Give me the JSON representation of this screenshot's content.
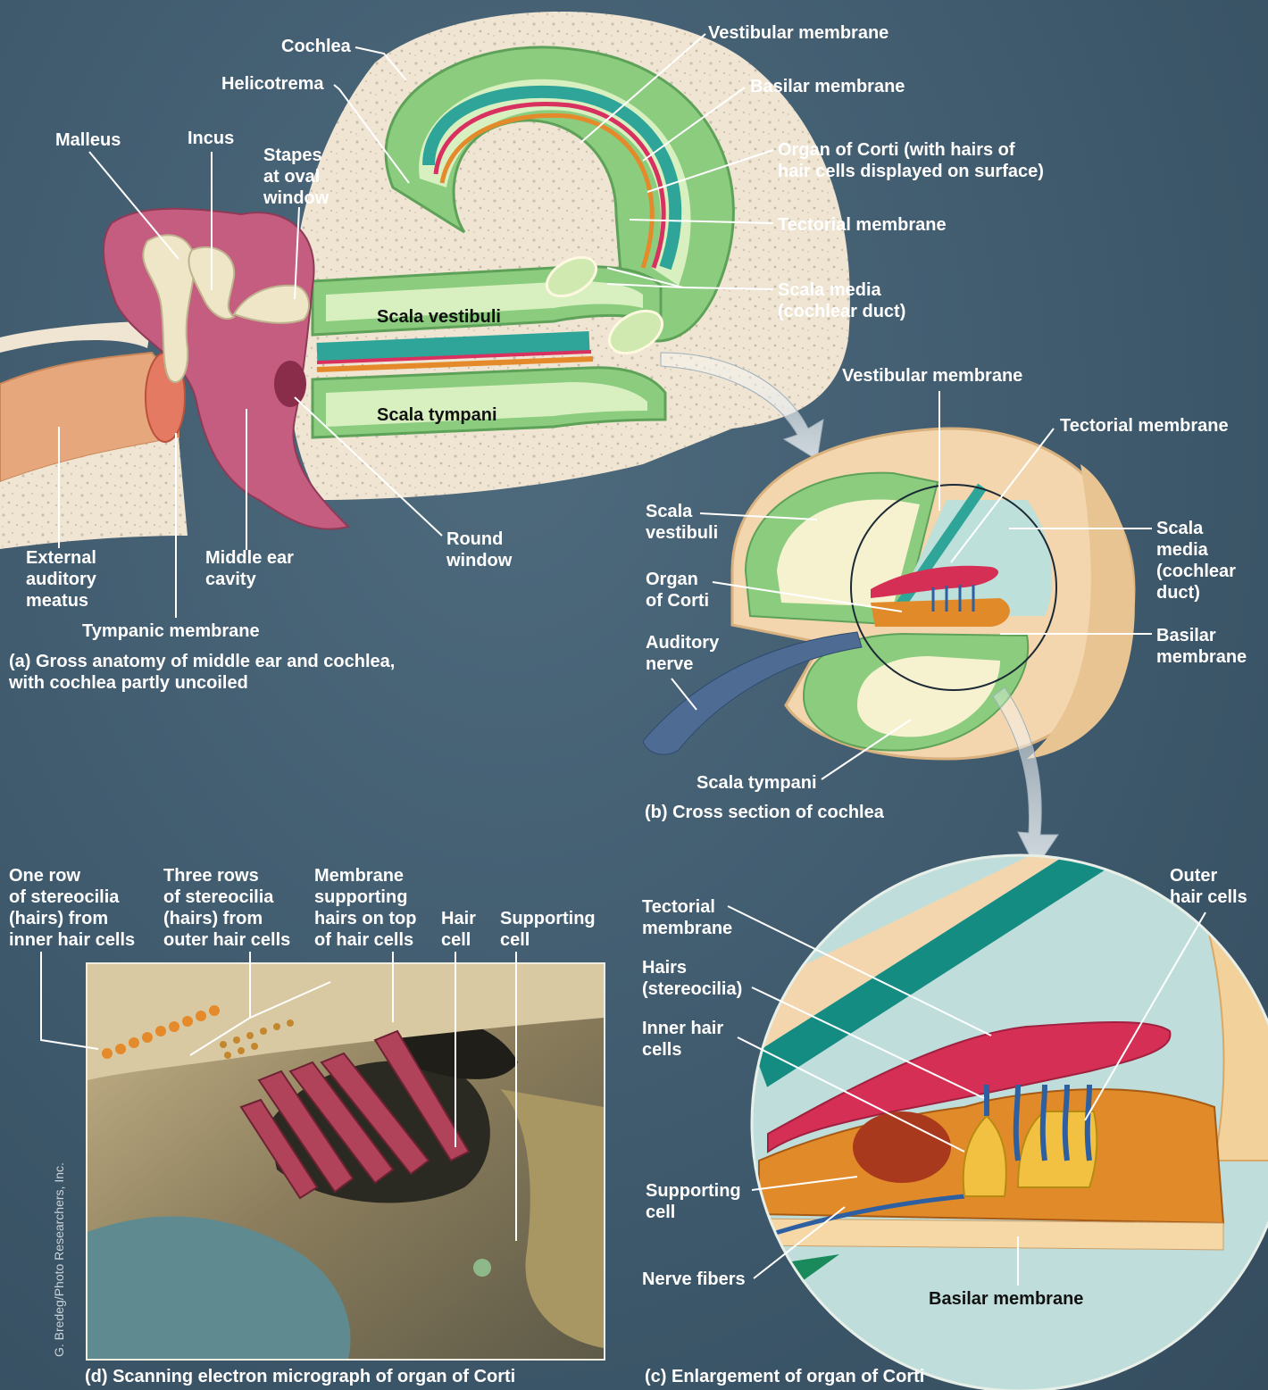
{
  "colors": {
    "background": "#3f5a6d",
    "bone_speckle": "#eee3cf",
    "scala_green": "#8ccc7f",
    "cochlear_teal": "#2fa59a",
    "basilar_orange": "#e58a2b",
    "organ_pink": "#d9315f",
    "tectorial_red": "#d62f55",
    "middle_ear_pink": "#c45d7f",
    "ossicle_cream": "#efe6c8",
    "hair_cell_orange": "#e18a2a",
    "stereocilia_blue": "#2e5fa0"
  },
  "panel_a": {
    "labels": {
      "cochlea": "Cochlea",
      "helicotrema": "Helicotrema",
      "malleus": "Malleus",
      "incus": "Incus",
      "stapes": "Stapes\nat oval\nwindow",
      "vestibular_membrane": "Vestibular membrane",
      "basilar_membrane": "Basilar membrane",
      "organ_of_corti": "Organ of Corti (with hairs of\nhair cells displayed on surface)",
      "tectorial_membrane": "Tectorial membrane",
      "scala_media": "Scala media\n(cochlear duct)",
      "scala_vestibuli": "Scala vestibuli",
      "scala_tympani": "Scala tympani",
      "external_auditory_meatus": "External\nauditory\nmeatus",
      "middle_ear_cavity": "Middle ear\ncavity",
      "round_window": "Round\nwindow",
      "tympanic_membrane": "Tympanic membrane"
    },
    "caption": "(a)  Gross anatomy of middle ear and cochlea,\nwith cochlea partly uncoiled"
  },
  "panel_b": {
    "labels": {
      "vestibular_membrane": "Vestibular membrane",
      "tectorial_membrane": "Tectorial membrane",
      "scala_vestibuli": "Scala\nvestibuli",
      "scala_media": "Scala\nmedia\n(cochlear\nduct)",
      "organ_of_corti": "Organ\nof Corti",
      "basilar_membrane": "Basilar\nmembrane",
      "auditory_nerve": "Auditory\nnerve",
      "scala_tympani": "Scala tympani"
    },
    "caption": "(b)  Cross section of cochlea"
  },
  "panel_c": {
    "labels": {
      "tectorial_membrane": "Tectorial\nmembrane",
      "outer_hair_cells": "Outer\nhair cells",
      "hairs": "Hairs\n(stereocilia)",
      "inner_hair_cells": "Inner hair\ncells",
      "supporting_cell": "Supporting\ncell",
      "nerve_fibers": "Nerve fibers",
      "basilar_membrane": "Basilar membrane"
    },
    "caption": "(c)  Enlargement of organ of Corti"
  },
  "panel_d": {
    "labels": {
      "one_row": "One row\nof stereocilia\n(hairs) from\ninner hair cells",
      "three_rows": "Three rows\nof stereocilia\n(hairs) from\nouter hair cells",
      "membrane_supporting": "Membrane\nsupporting\nhairs on top\nof hair cells",
      "hair_cell": "Hair\ncell",
      "supporting_cell": "Supporting\ncell"
    },
    "caption": "(d)  Scanning electron micrograph of organ of Corti",
    "credit": "G. Bredeg/Photo Researchers, Inc."
  }
}
